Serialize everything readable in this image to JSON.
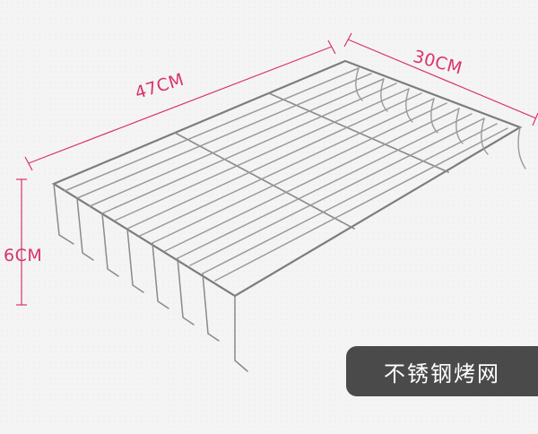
{
  "dimensions": {
    "width_label": "47CM",
    "depth_label": "30CM",
    "height_label": "6CM"
  },
  "caption": "不锈钢烤网",
  "colors": {
    "dimension_line": "#d8336a",
    "wire": "#8a8a8a",
    "caption_bg": "#4a4a4a",
    "background": "#f4f4f4"
  }
}
